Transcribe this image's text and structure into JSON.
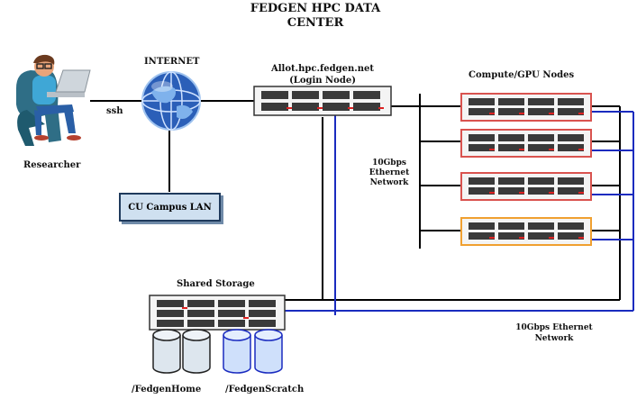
{
  "title_line1": "FEDGEN HPC DATA",
  "title_line2": "CENTER",
  "researcher_label": "Researcher",
  "ssh_label": "ssh",
  "internet_label": "INTERNET",
  "campus_lan_label": "CU Campus LAN",
  "login_node": {
    "line1": "Allot.hpc.fedgen.net",
    "line2": "(Login Node)"
  },
  "compute_label": "Compute/GPU Nodes",
  "network_label_upper": [
    "10Gbps",
    "Ethernet",
    "Network"
  ],
  "network_label_lower": [
    "10Gbps Ethernet",
    "Network"
  ],
  "storage_label": "Shared Storage",
  "volumes": [
    "/FedgenHome",
    "/FedgenScratch"
  ],
  "colors": {
    "compute_border_red": "#d9534f",
    "compute_border_orange": "#f0a030",
    "link_black": "#000000",
    "link_blue": "#1a2bbf",
    "home_disk": "#dde6ee",
    "scratch_disk": "#cfe0fb"
  }
}
